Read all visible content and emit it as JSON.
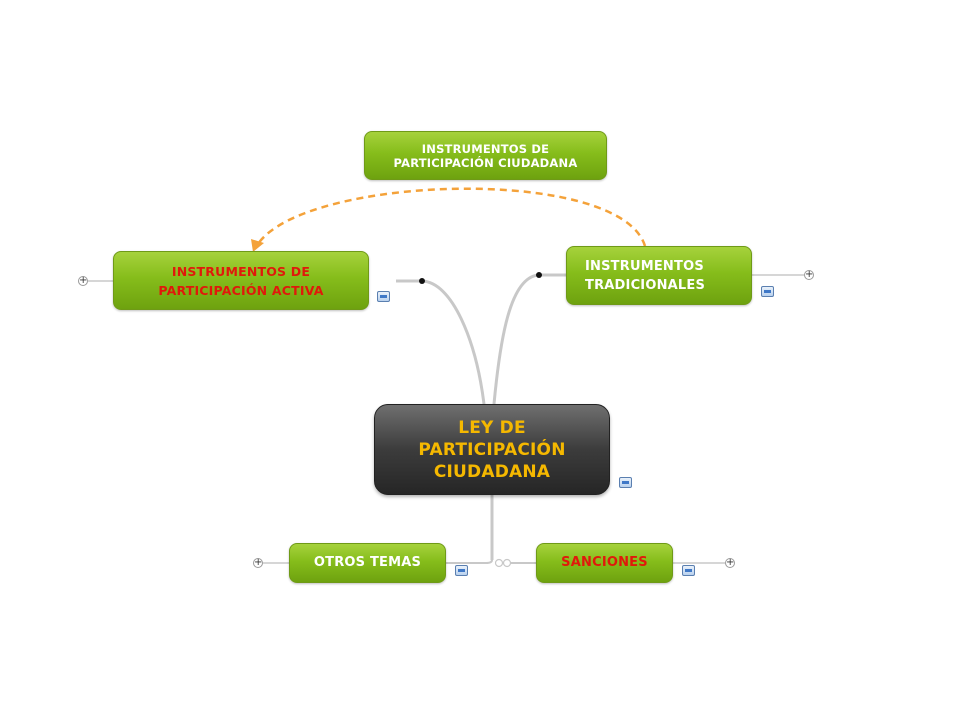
{
  "central": {
    "label": "LEY DE\nPARTICIPACIÓN\nCIUDADANA"
  },
  "top": {
    "label": "INSTRUMENTOS DE\nPARTICIPACIÓN CIUDADANA"
  },
  "branches": {
    "activa": {
      "label": "INSTRUMENTOS DE\nPARTICIPACIÓN ACTIVA"
    },
    "tradicionales": {
      "label": "INSTRUMENTOS\nTRADICIONALES"
    },
    "otros": {
      "label": "OTROS TEMAS"
    },
    "sanciones": {
      "label": "SANCIONES"
    }
  },
  "icons": {
    "note": "note-icon",
    "expand": "plus-icon"
  },
  "colors": {
    "branch_green": "#86bd1b",
    "central_dark": "#3c3c3c",
    "central_text": "#f5b800",
    "red_text": "#e0190b",
    "relationship_arrow": "#f4a23a",
    "connector_gray": "#c8c8c8"
  },
  "plus_glyph": "+"
}
